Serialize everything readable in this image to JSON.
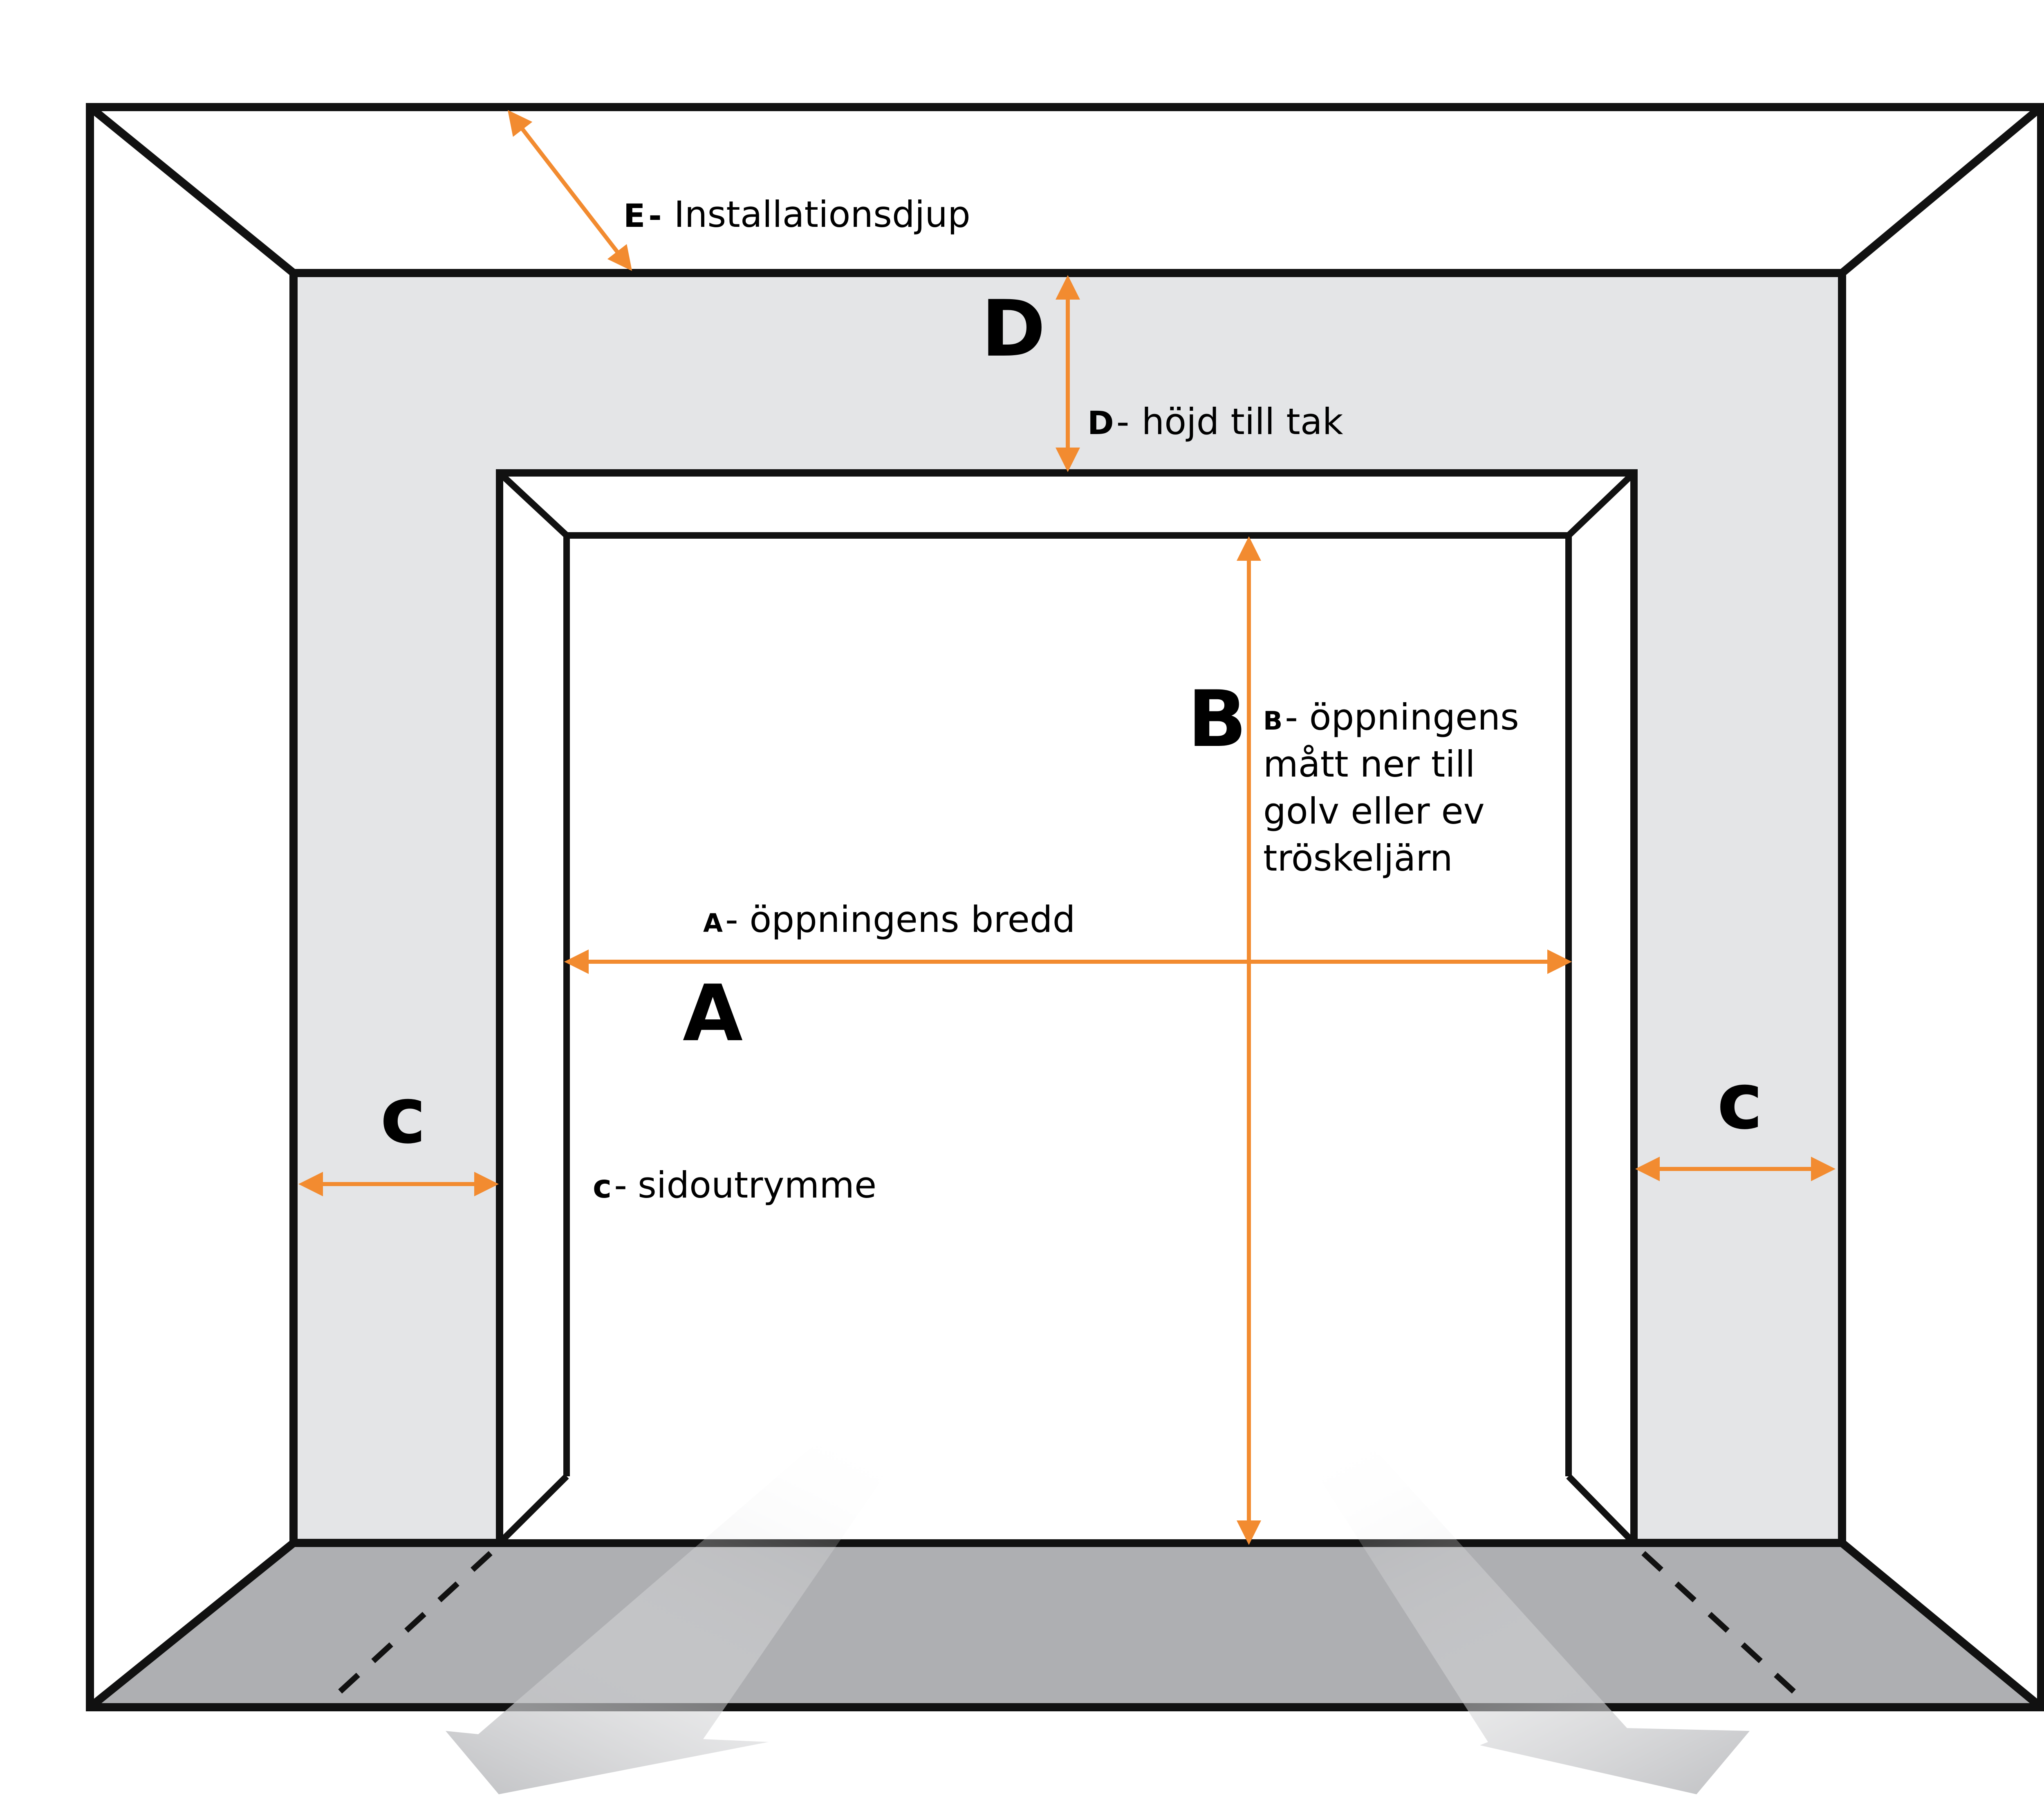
{
  "colors": {
    "outline": "#111111",
    "wall": "#e4e5e7",
    "floor": "#aeafb2",
    "arrow": "#f28b30",
    "light": "#d0d1d3"
  },
  "labels": {
    "e": {
      "code": "E",
      "dash": "-",
      "text": "Installationsdjup"
    },
    "d": {
      "letter": "D",
      "code": "D",
      "dash": "-",
      "text": "höjd till tak"
    },
    "b": {
      "letter": "B",
      "code": "B",
      "dash": "-",
      "lines": [
        "öppningens",
        "mått ner till",
        "golv eller ev",
        "tröskeljärn"
      ]
    },
    "a": {
      "letter": "A",
      "code": "A",
      "dash": "-",
      "text": "öppningens bredd"
    },
    "c": {
      "letter_left": "c",
      "letter_right": "c",
      "code": "c",
      "dash": "-",
      "text": "sidoutrymme"
    }
  }
}
